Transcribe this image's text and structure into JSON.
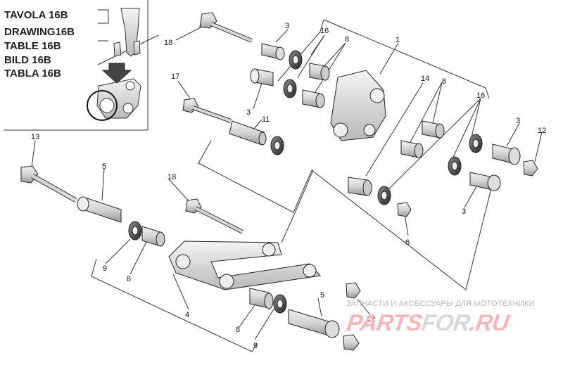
{
  "inset": {
    "rows": [
      {
        "name": "TAVOLA",
        "code": "16B"
      },
      {
        "name": "DRAWING",
        "code": "16B"
      },
      {
        "name": "TABLE",
        "code": "16B"
      },
      {
        "name": "BILD",
        "code": "16B"
      },
      {
        "name": "TABLA",
        "code": "16B"
      }
    ]
  },
  "callouts": [
    {
      "id": "c18a",
      "text": "18"
    },
    {
      "id": "c3a",
      "text": "3"
    },
    {
      "id": "c16a",
      "text": "16"
    },
    {
      "id": "c8a",
      "text": "8"
    },
    {
      "id": "c1",
      "text": "1"
    },
    {
      "id": "c17",
      "text": "17"
    },
    {
      "id": "c3b",
      "text": "3"
    },
    {
      "id": "c11",
      "text": "11"
    },
    {
      "id": "c14",
      "text": "14"
    },
    {
      "id": "c8b",
      "text": "8"
    },
    {
      "id": "c16b",
      "text": "16"
    },
    {
      "id": "c3c",
      "text": "3"
    },
    {
      "id": "c12a",
      "text": "12"
    },
    {
      "id": "c13",
      "text": "13"
    },
    {
      "id": "c5a",
      "text": "5"
    },
    {
      "id": "c18b",
      "text": "18"
    },
    {
      "id": "c3d",
      "text": "3"
    },
    {
      "id": "c6",
      "text": "6"
    },
    {
      "id": "c9a",
      "text": "9"
    },
    {
      "id": "c8c",
      "text": "8"
    },
    {
      "id": "c4",
      "text": "4"
    },
    {
      "id": "c5b",
      "text": "5"
    },
    {
      "id": "c8d",
      "text": "8"
    },
    {
      "id": "c9b",
      "text": "9"
    },
    {
      "id": "c12b",
      "text": "12"
    }
  ],
  "watermark": {
    "caption": "ЗАПЧАСТИ И АКСЕССУАРЫ ДЛЯ МОТОТЕХНИКИ",
    "logo_a": "PARTS",
    "logo_b": "FOR",
    "logo_c": ".RU"
  }
}
